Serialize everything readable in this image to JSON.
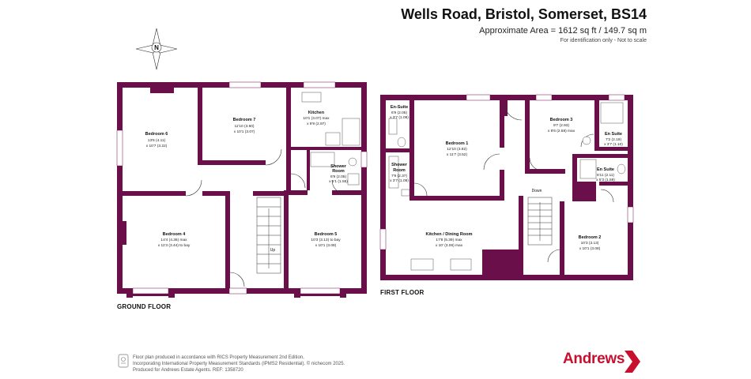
{
  "header": {
    "title": "Wells Road, Bristol, Somerset, BS14",
    "area": "Approximate Area = 1612 sq ft / 149.7 sq m",
    "note": "For identification only - Not to scale"
  },
  "compass": {
    "letter": "N"
  },
  "ground_floor": {
    "label": "GROUND FLOOR",
    "rooms": {
      "bedroom6": {
        "name": "Bedroom 6",
        "dims": [
          "13'6 (4.11)",
          "x 10'7 (3.22)"
        ]
      },
      "bedroom7": {
        "name": "Bedroom 7",
        "dims": [
          "11'10 (3.60)",
          "x 10'1 (3.07)"
        ]
      },
      "kitchen": {
        "name": "Kitchen",
        "dims": [
          "10'1 (3.07) max",
          "x 9'9 (2.97)"
        ]
      },
      "shower_room": {
        "name": "Shower",
        "name2": "Room",
        "dims": [
          "6'9 (2.05)",
          "x 5'1 (1.55)"
        ]
      },
      "bedroom4": {
        "name": "Bedroom 4",
        "dims": [
          "14'4 (4.36) max",
          "x 11'3 (3.44) to bay"
        ]
      },
      "bedroom5": {
        "name": "Bedroom 5",
        "dims": [
          "10'3 (3.13) to bay",
          "x 10'1 (3.08)"
        ]
      }
    },
    "stair_label": "Up"
  },
  "first_floor": {
    "label": "FIRST FLOOR",
    "rooms": {
      "ensuite_left": {
        "name": "En-Suite",
        "dims": [
          "6'9 (2.05)",
          "x 3'7 (1.08)"
        ]
      },
      "shower_room": {
        "name": "Shower",
        "name2": "Room",
        "dims": [
          "7'9 (2.37)",
          "x 3'7 (1.09)"
        ]
      },
      "bedroom1": {
        "name": "Bedroom 1",
        "dims": [
          "12'10 (3.92)",
          "x 11'7 (3.52)"
        ]
      },
      "bedroom3": {
        "name": "Bedroom 3",
        "dims": [
          "9'7 (2.93)",
          "x 8'6 (2.58) max"
        ]
      },
      "ensuite_top_right": {
        "name": "En Suite",
        "dims": [
          "7'2 (2.19)",
          "x 3'7 (1.10)"
        ]
      },
      "ensuite_mid_right": {
        "name": "En Suite",
        "dims": [
          "6'11 (2.11)",
          "x 5'3 (1.59)"
        ]
      },
      "kitchen_dining": {
        "name": "Kitchen / Dining Room",
        "dims": [
          "17'8 (5.39) max",
          "x 10' (3.06) max"
        ]
      },
      "bedroom2": {
        "name": "Bedroom 2",
        "dims": [
          "10'3 (3.13)",
          "x 10'1 (3.08)"
        ]
      }
    },
    "stair_label": "Down"
  },
  "footer": {
    "lines": [
      "Floor plan produced in accordance with RICS Property Measurement 2nd Edition,",
      "Incorporating International Property Measurement Standards (IPMS2 Residential). © nichecom 2025.",
      "Produced for Andrews Estate Agents.   REF: 1358720"
    ]
  },
  "brand": {
    "name": "Andrews",
    "color": "#c8102e"
  },
  "colors": {
    "wall": "#6b0f4a"
  }
}
